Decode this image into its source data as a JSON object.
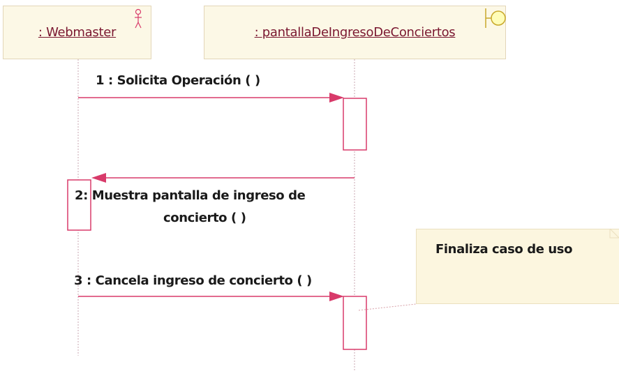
{
  "lifelines": [
    {
      "label": ": Webmaster",
      "stereotype_icon": "actor-icon"
    },
    {
      "label": ": pantallaDeIngresoDeConciertos",
      "stereotype_icon": "boundary-icon"
    }
  ],
  "messages": [
    {
      "label": "1 : Solicita Operación (  )"
    },
    {
      "number": "2",
      "label_line1": ": Muestra pantalla de ingreso de",
      "label_line2": "concierto (  )"
    },
    {
      "label": "3 : Cancela ingreso de concierto (  )"
    }
  ],
  "note": {
    "text": "Finaliza caso de uso"
  },
  "colors": {
    "message_line": "#d83a6a",
    "lifeline_box_fill": "#fcf8e6",
    "label_text": "#7a1730",
    "activation_stroke": "#d83a6a"
  }
}
